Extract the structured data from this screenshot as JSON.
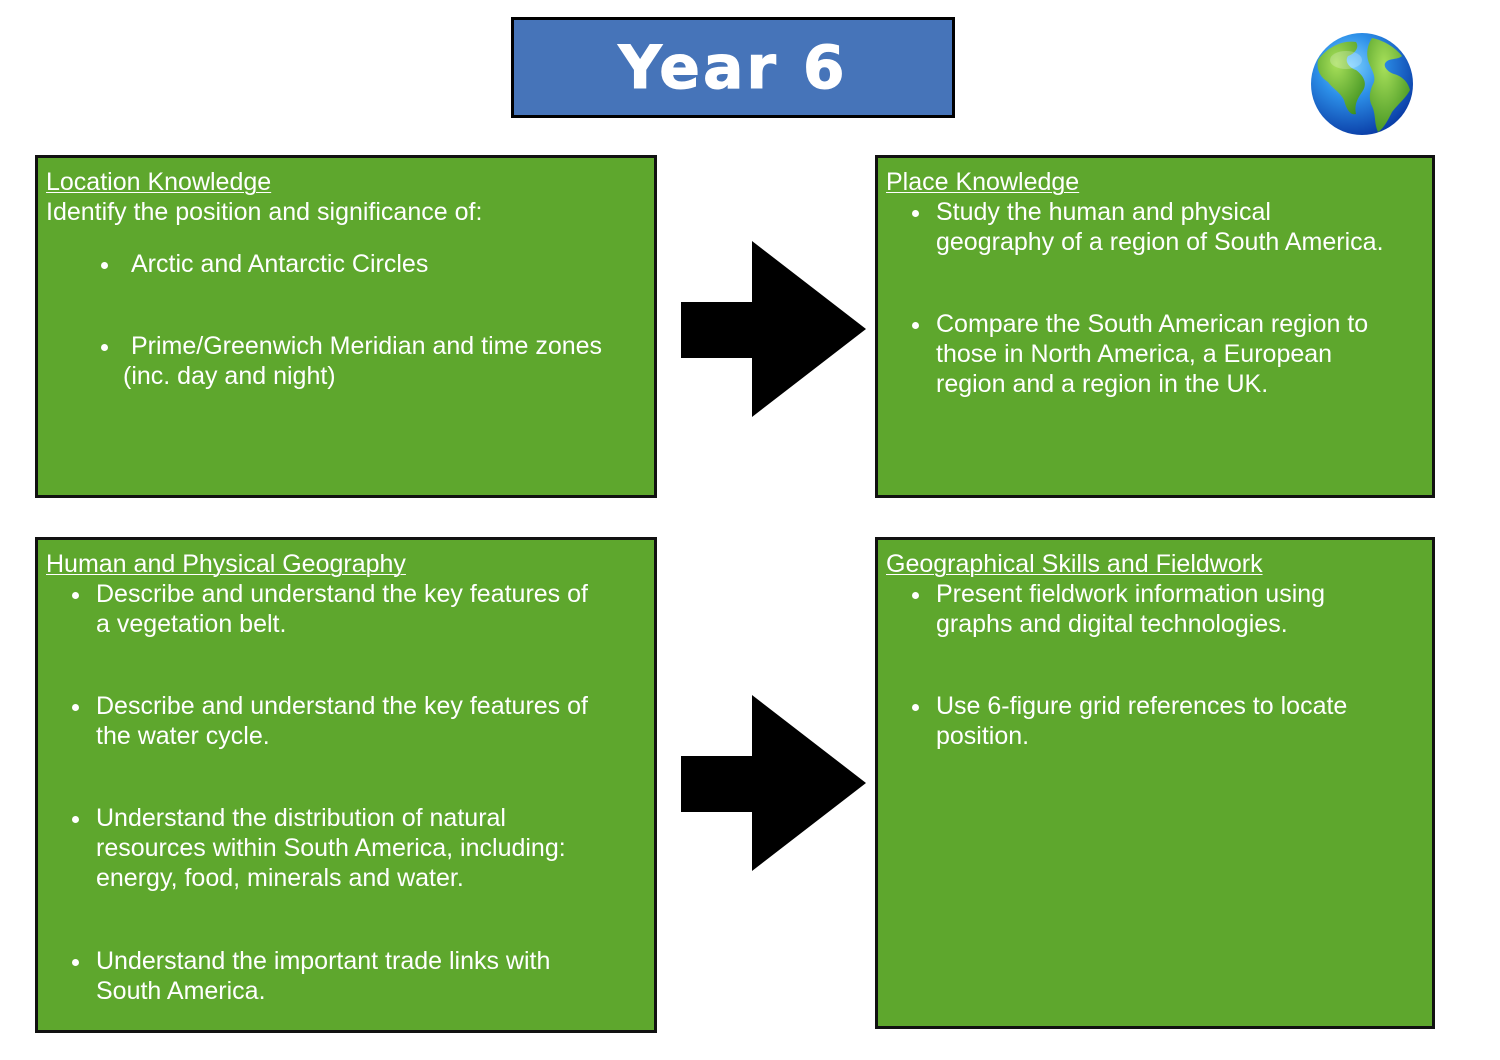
{
  "header": {
    "title": "Year 6"
  },
  "colors": {
    "title_bg": "#4674b9",
    "panel_bg": "#5ea72d",
    "text": "#ffffff",
    "border": "#111111"
  },
  "icons": {
    "globe": "earth-globe-icon",
    "arrow": "right-arrow-icon"
  },
  "panels": {
    "location": {
      "title": "Location Knowledge",
      "intro": "Identify the position and significance of:",
      "items": [
        "Arctic and Antarctic Circles",
        "Prime/Greenwich Meridian and time zones",
        "(inc. day and night)"
      ]
    },
    "place": {
      "title": "Place Knowledge",
      "items": [
        "Study the human and physical\ngeography of a region of South America.",
        "Compare the South American region to\nthose in North America, a European\nregion and a region in the UK."
      ]
    },
    "human_physical": {
      "title": "Human and Physical Geography",
      "items": [
        "Describe and understand the key features of\na vegetation belt.",
        "Describe and understand the key features of\nthe water cycle.",
        "Understand the distribution of natural\nresources within South America, including:\nenergy, food, minerals and water.",
        "Understand the important trade links with\nSouth America."
      ]
    },
    "skills": {
      "title": "Geographical Skills and Fieldwork",
      "items": [
        "Present fieldwork information using\ngraphs and digital technologies.",
        "Use 6-figure grid references to locate\nposition."
      ]
    }
  }
}
